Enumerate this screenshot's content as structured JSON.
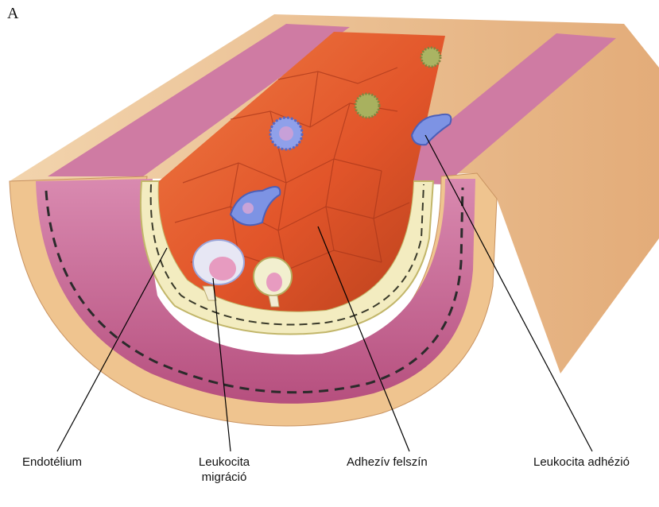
{
  "figure": {
    "panel_letter": "A",
    "labels": {
      "endothelium": "Endotélium",
      "leukocyte_migration_line1": "Leukocita",
      "leukocyte_migration_line2": "migráció",
      "adhesive_surface": "Adhezív felszín",
      "leukocyte_adhesion": "Leukocita adhézió"
    }
  },
  "colors": {
    "adventitia": "#f0c89a",
    "adventitia_dark": "#d9a56e",
    "media": "#c65d8c",
    "media_light": "#e79bbd",
    "elastic_lamina": "#e9e4a8",
    "intima": "#f6efc8",
    "lumen": "#e2552a",
    "lumen_light": "#f07c45",
    "leukocyte_blue": "#7c93e6",
    "leukocyte_green": "#a3ad5a"
  }
}
